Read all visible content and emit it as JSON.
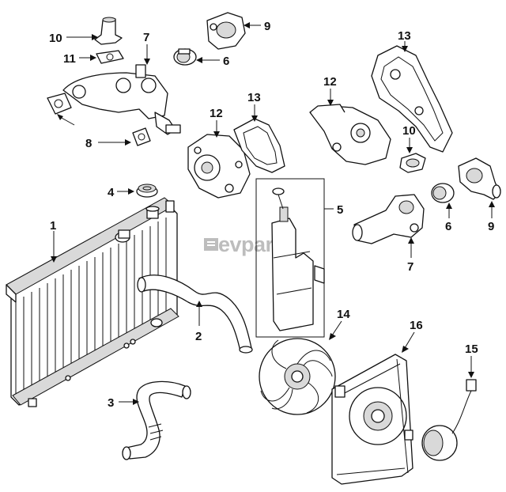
{
  "watermark": "evparts",
  "callouts": {
    "c1": "1",
    "c2": "2",
    "c3": "3",
    "c4": "4",
    "c5": "5",
    "c6a": "6",
    "c6b": "6",
    "c7a": "7",
    "c7b": "7",
    "c8": "8",
    "c9a": "9",
    "c9b": "9",
    "c10a": "10",
    "c10b": "10",
    "c11": "11",
    "c12a": "12",
    "c12b": "12",
    "c13a": "13",
    "c13b": "13",
    "c14": "14",
    "c15": "15",
    "c16": "16"
  }
}
